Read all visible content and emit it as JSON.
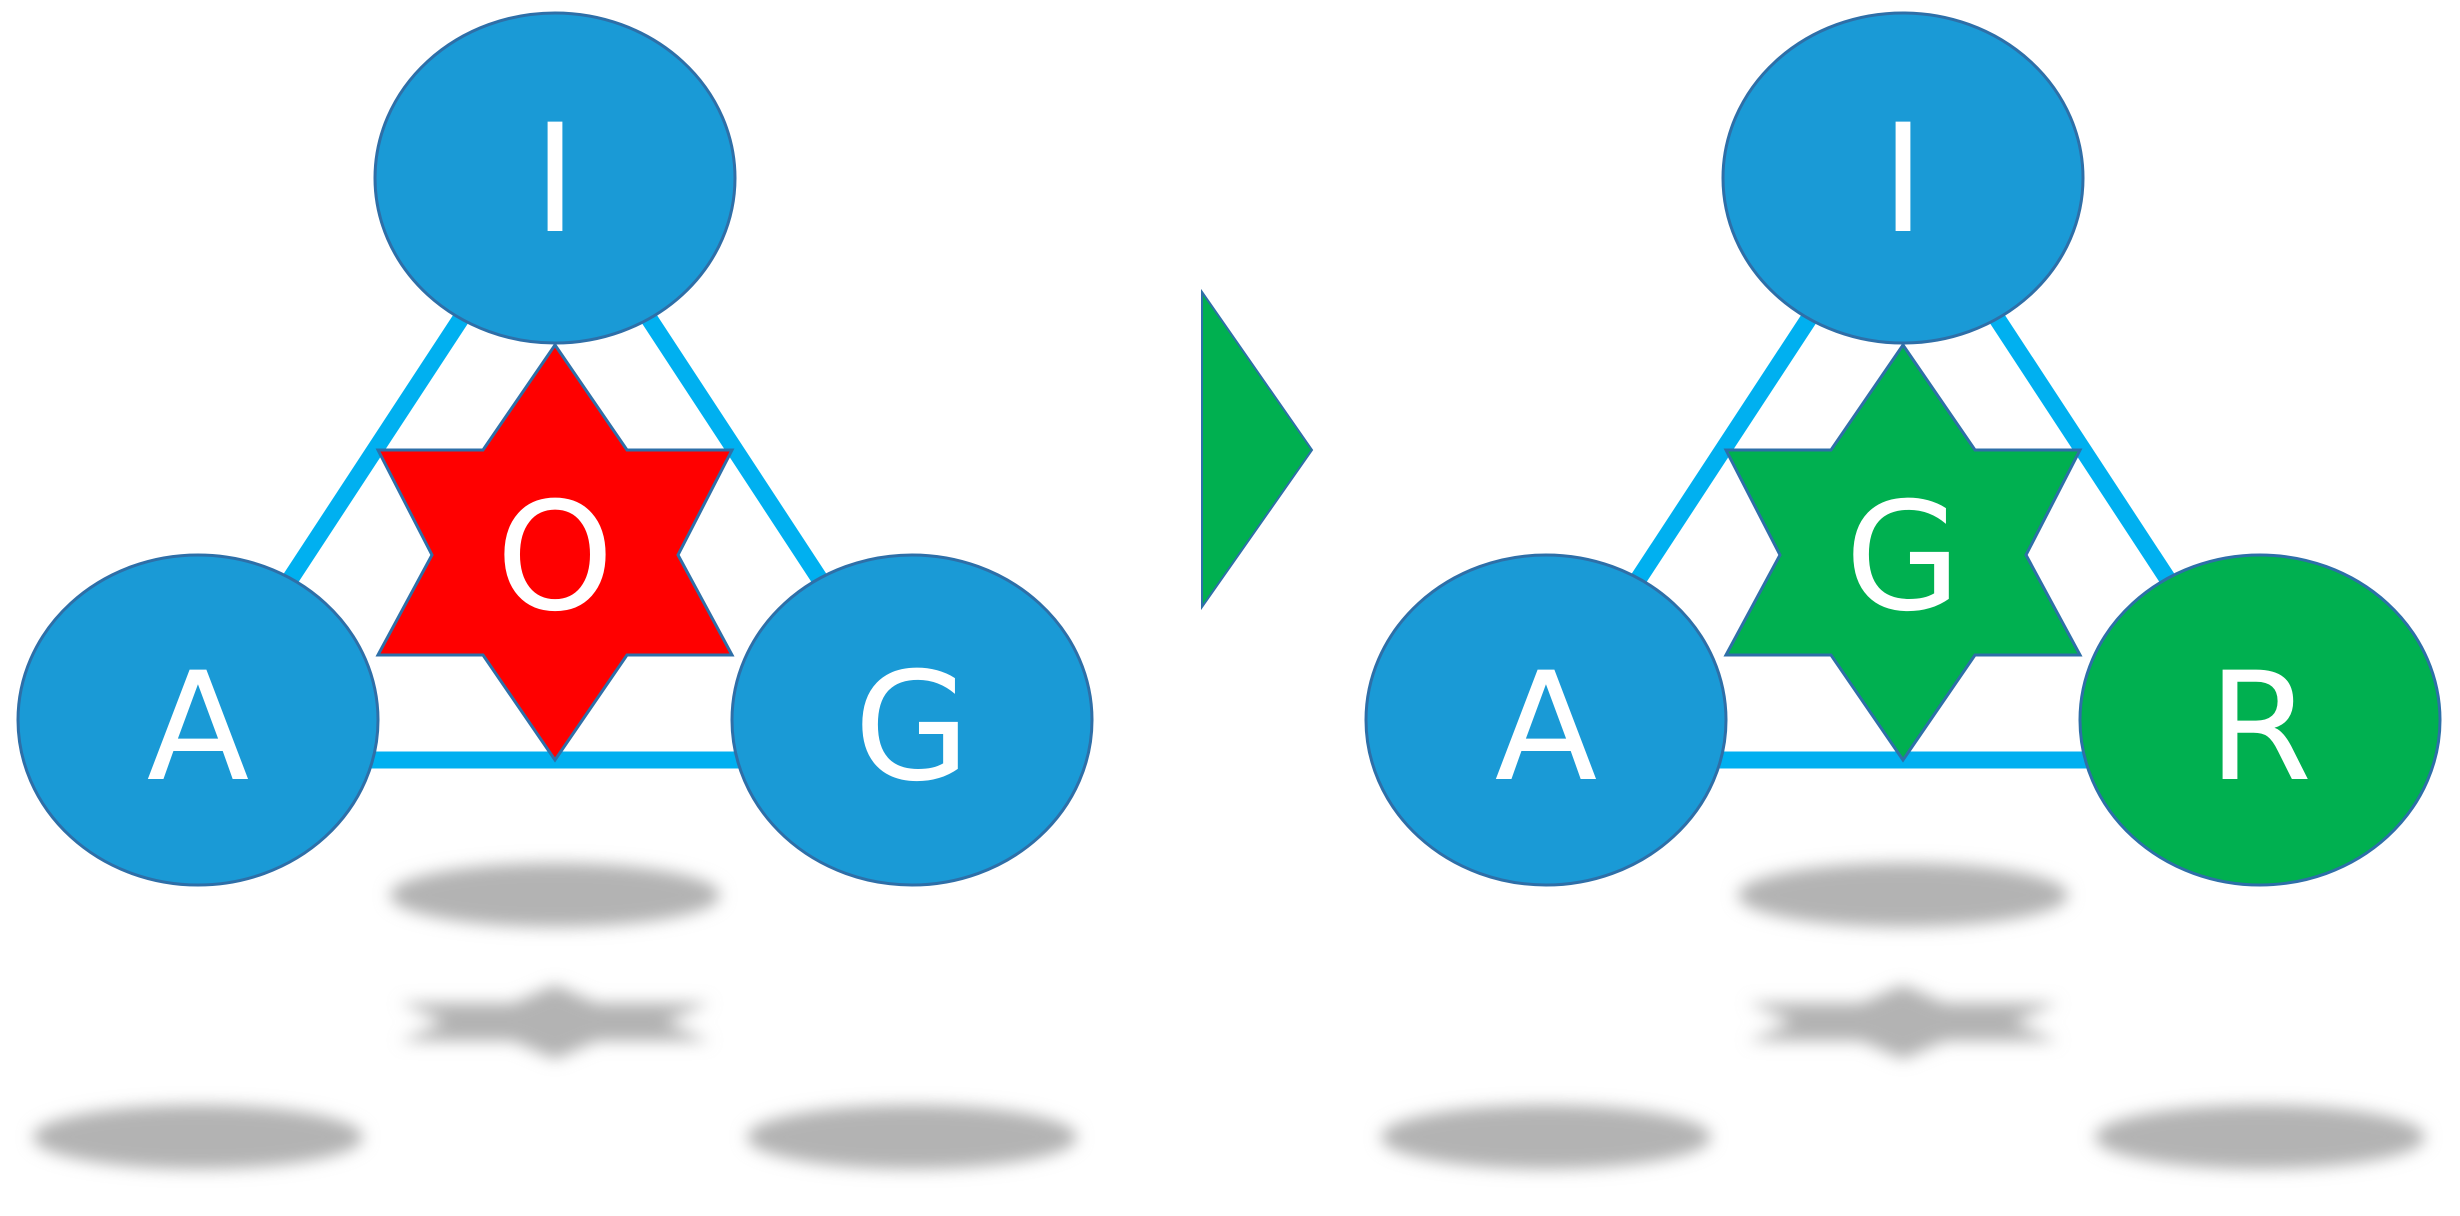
{
  "diagrams": [
    {
      "nodes": {
        "top": {
          "label": "I",
          "color": "#1a9ad6"
        },
        "left": {
          "label": "A",
          "color": "#1a9ad6"
        },
        "right": {
          "label": "G",
          "color": "#1a9ad6"
        }
      },
      "star": {
        "label": "O",
        "color": "#ff0000"
      }
    },
    {
      "nodes": {
        "top": {
          "label": "I",
          "color": "#1a9ad6"
        },
        "left": {
          "label": "A",
          "color": "#1a9ad6"
        },
        "right": {
          "label": "R",
          "color": "#00b050"
        }
      },
      "star": {
        "label": "G",
        "color": "#00b050"
      }
    }
  ],
  "colors": {
    "edge": "#00b0f0",
    "node_stroke": "#2e6fa8",
    "arrow": "#00b050",
    "shadow": "#b3b3b3",
    "text": "#ffffff"
  }
}
